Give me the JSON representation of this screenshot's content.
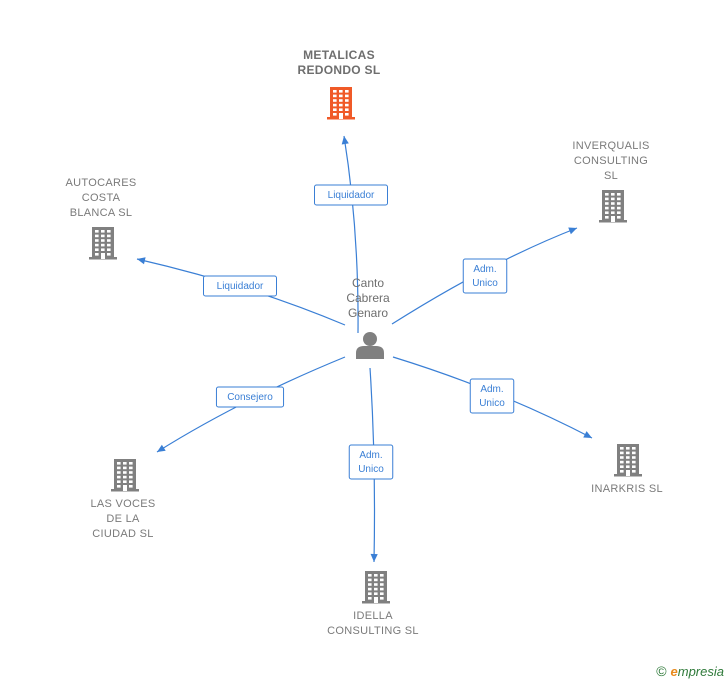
{
  "person": {
    "name_lines": [
      "Canto",
      "Cabrera",
      "Genaro"
    ],
    "icon": "person-icon"
  },
  "companies": [
    {
      "id": "metalicas",
      "label_lines": [
        "METALICAS",
        "REDONDO  SL"
      ],
      "icon": "building-icon",
      "highlight": true,
      "color": "#f05a28"
    },
    {
      "id": "inverqualis",
      "label_lines": [
        "INVERQUALIS",
        "CONSULTING",
        "SL"
      ],
      "icon": "building-icon",
      "highlight": false,
      "color": "#808080"
    },
    {
      "id": "autocares",
      "label_lines": [
        "AUTOCARES",
        "COSTA",
        "BLANCA  SL"
      ],
      "icon": "building-icon",
      "highlight": false,
      "color": "#808080"
    },
    {
      "id": "inarkris",
      "label_lines": [
        "INARKRIS SL"
      ],
      "icon": "building-icon",
      "highlight": false,
      "color": "#808080"
    },
    {
      "id": "lasvoces",
      "label_lines": [
        "LAS VOCES",
        "DE LA",
        "CIUDAD  SL"
      ],
      "icon": "building-icon",
      "highlight": false,
      "color": "#808080"
    },
    {
      "id": "idella",
      "label_lines": [
        "IDELLA",
        "CONSULTING SL"
      ],
      "icon": "building-icon",
      "highlight": false,
      "color": "#808080"
    }
  ],
  "relations": [
    {
      "to": "metalicas",
      "role_lines": [
        "Liquidador"
      ]
    },
    {
      "to": "inverqualis",
      "role_lines": [
        "Adm.",
        "Unico"
      ]
    },
    {
      "to": "autocares",
      "role_lines": [
        "Liquidador"
      ]
    },
    {
      "to": "inarkris",
      "role_lines": [
        "Adm.",
        "Unico"
      ]
    },
    {
      "to": "lasvoces",
      "role_lines": [
        "Consejero"
      ]
    },
    {
      "to": "idella",
      "role_lines": [
        "Adm.",
        "Unico"
      ]
    }
  ],
  "colors": {
    "edge": "#3a7fd5",
    "highlight_building": "#f05a28",
    "building": "#808080",
    "person": "#808080"
  },
  "footer": {
    "copyright_symbol": "©",
    "brand_initial": "e",
    "brand_rest": "mpresia"
  }
}
